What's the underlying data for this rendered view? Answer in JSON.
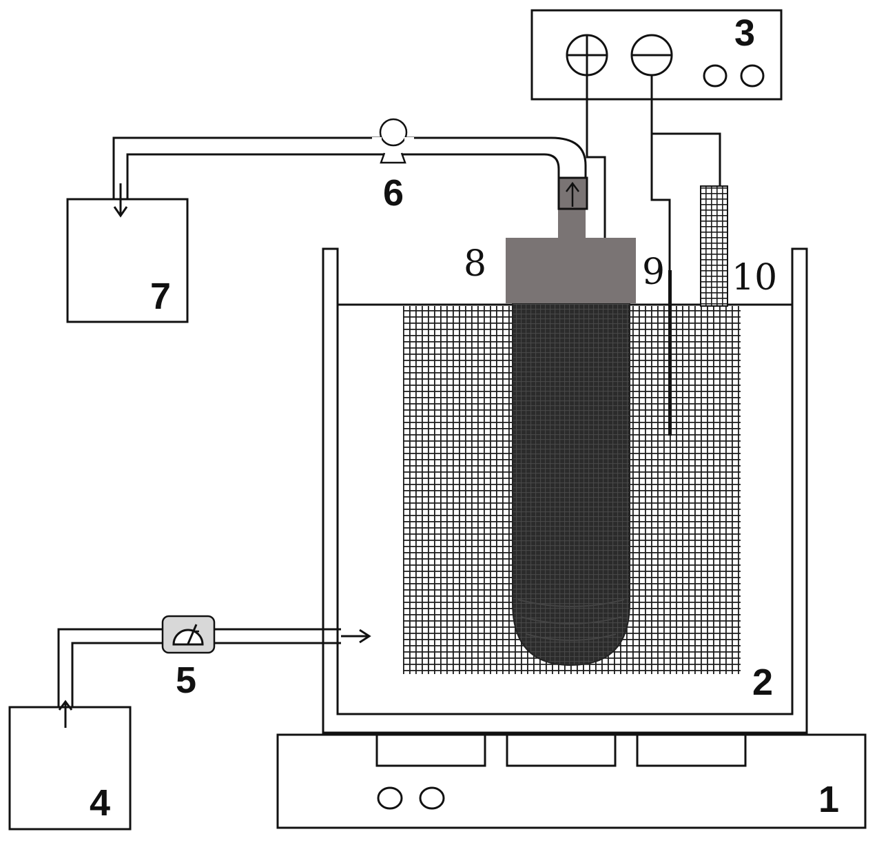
{
  "labels": {
    "heater_stirrer": "1",
    "reactor": "2",
    "power_supply": "3",
    "feed_tank": "4",
    "flow_meter": "5",
    "pump": "6",
    "collection_tank": "7",
    "membrane_module": "8",
    "electrode_9": "9",
    "electrode_10": "10"
  },
  "colors": {
    "line": "#111111",
    "module_cap": "#7a7474",
    "membrane": "#2b2b2b",
    "tank_mesh": "#1a1a1a"
  },
  "icons": {
    "positive_terminal": "circle-plus-icon",
    "negative_terminal": "circle-minus-icon",
    "flow_meter": "gauge-icon",
    "pump": "pump-icon"
  }
}
